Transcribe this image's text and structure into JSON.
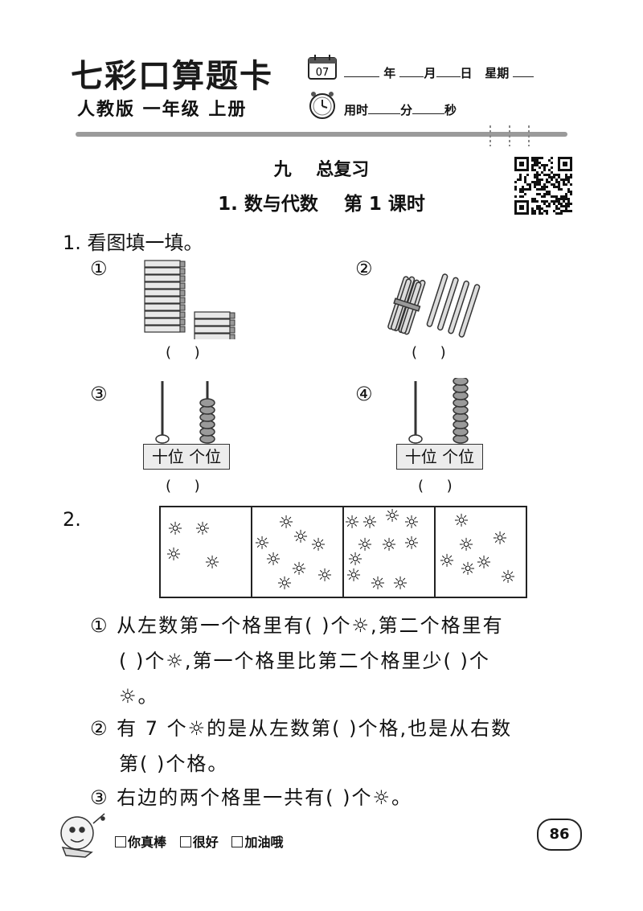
{
  "header": {
    "brand": "七彩口算题卡",
    "edition": "人教版  一年级  上册",
    "calendar_number": "07",
    "date_labels": [
      "年",
      "月",
      "日",
      "星期"
    ],
    "time_labels": [
      "用时",
      "分",
      "秒"
    ]
  },
  "section": {
    "unit_title": "九    总复习",
    "lesson_title": "1. 数与代数    第 1 课时"
  },
  "question1": {
    "prompt": "1. 看图填一填。",
    "items": [
      {
        "marker": "①",
        "answer": "(     )"
      },
      {
        "marker": "②",
        "answer": "(     )"
      },
      {
        "marker": "③",
        "answer": "(     )",
        "tens_beads": 0,
        "ones_beads": 6
      },
      {
        "marker": "④",
        "answer": "(     )",
        "tens_beads": 0,
        "ones_beads": 9
      }
    ],
    "place_label": "十位 个位"
  },
  "question2": {
    "number": "2.",
    "cells": [
      4,
      8,
      11,
      7
    ],
    "sub1_line1": "① 从左数第一个格里有(    )个☼,第二个格里有",
    "sub1_line2": "(    )个☼,第一个格里比第二个格里少(    )个",
    "sub1_line3": "☼。",
    "sub2_line1": "② 有 7 个☼的是从左数第(    )个格,也是从右数",
    "sub2_line2": "第(    )个格。",
    "sub3_line1": "③ 右边的两个格里一共有(      )个☼。"
  },
  "footer": {
    "rating_great": "你真棒",
    "rating_good": "很好",
    "rating_try": "加油哦",
    "page_number": "86"
  }
}
